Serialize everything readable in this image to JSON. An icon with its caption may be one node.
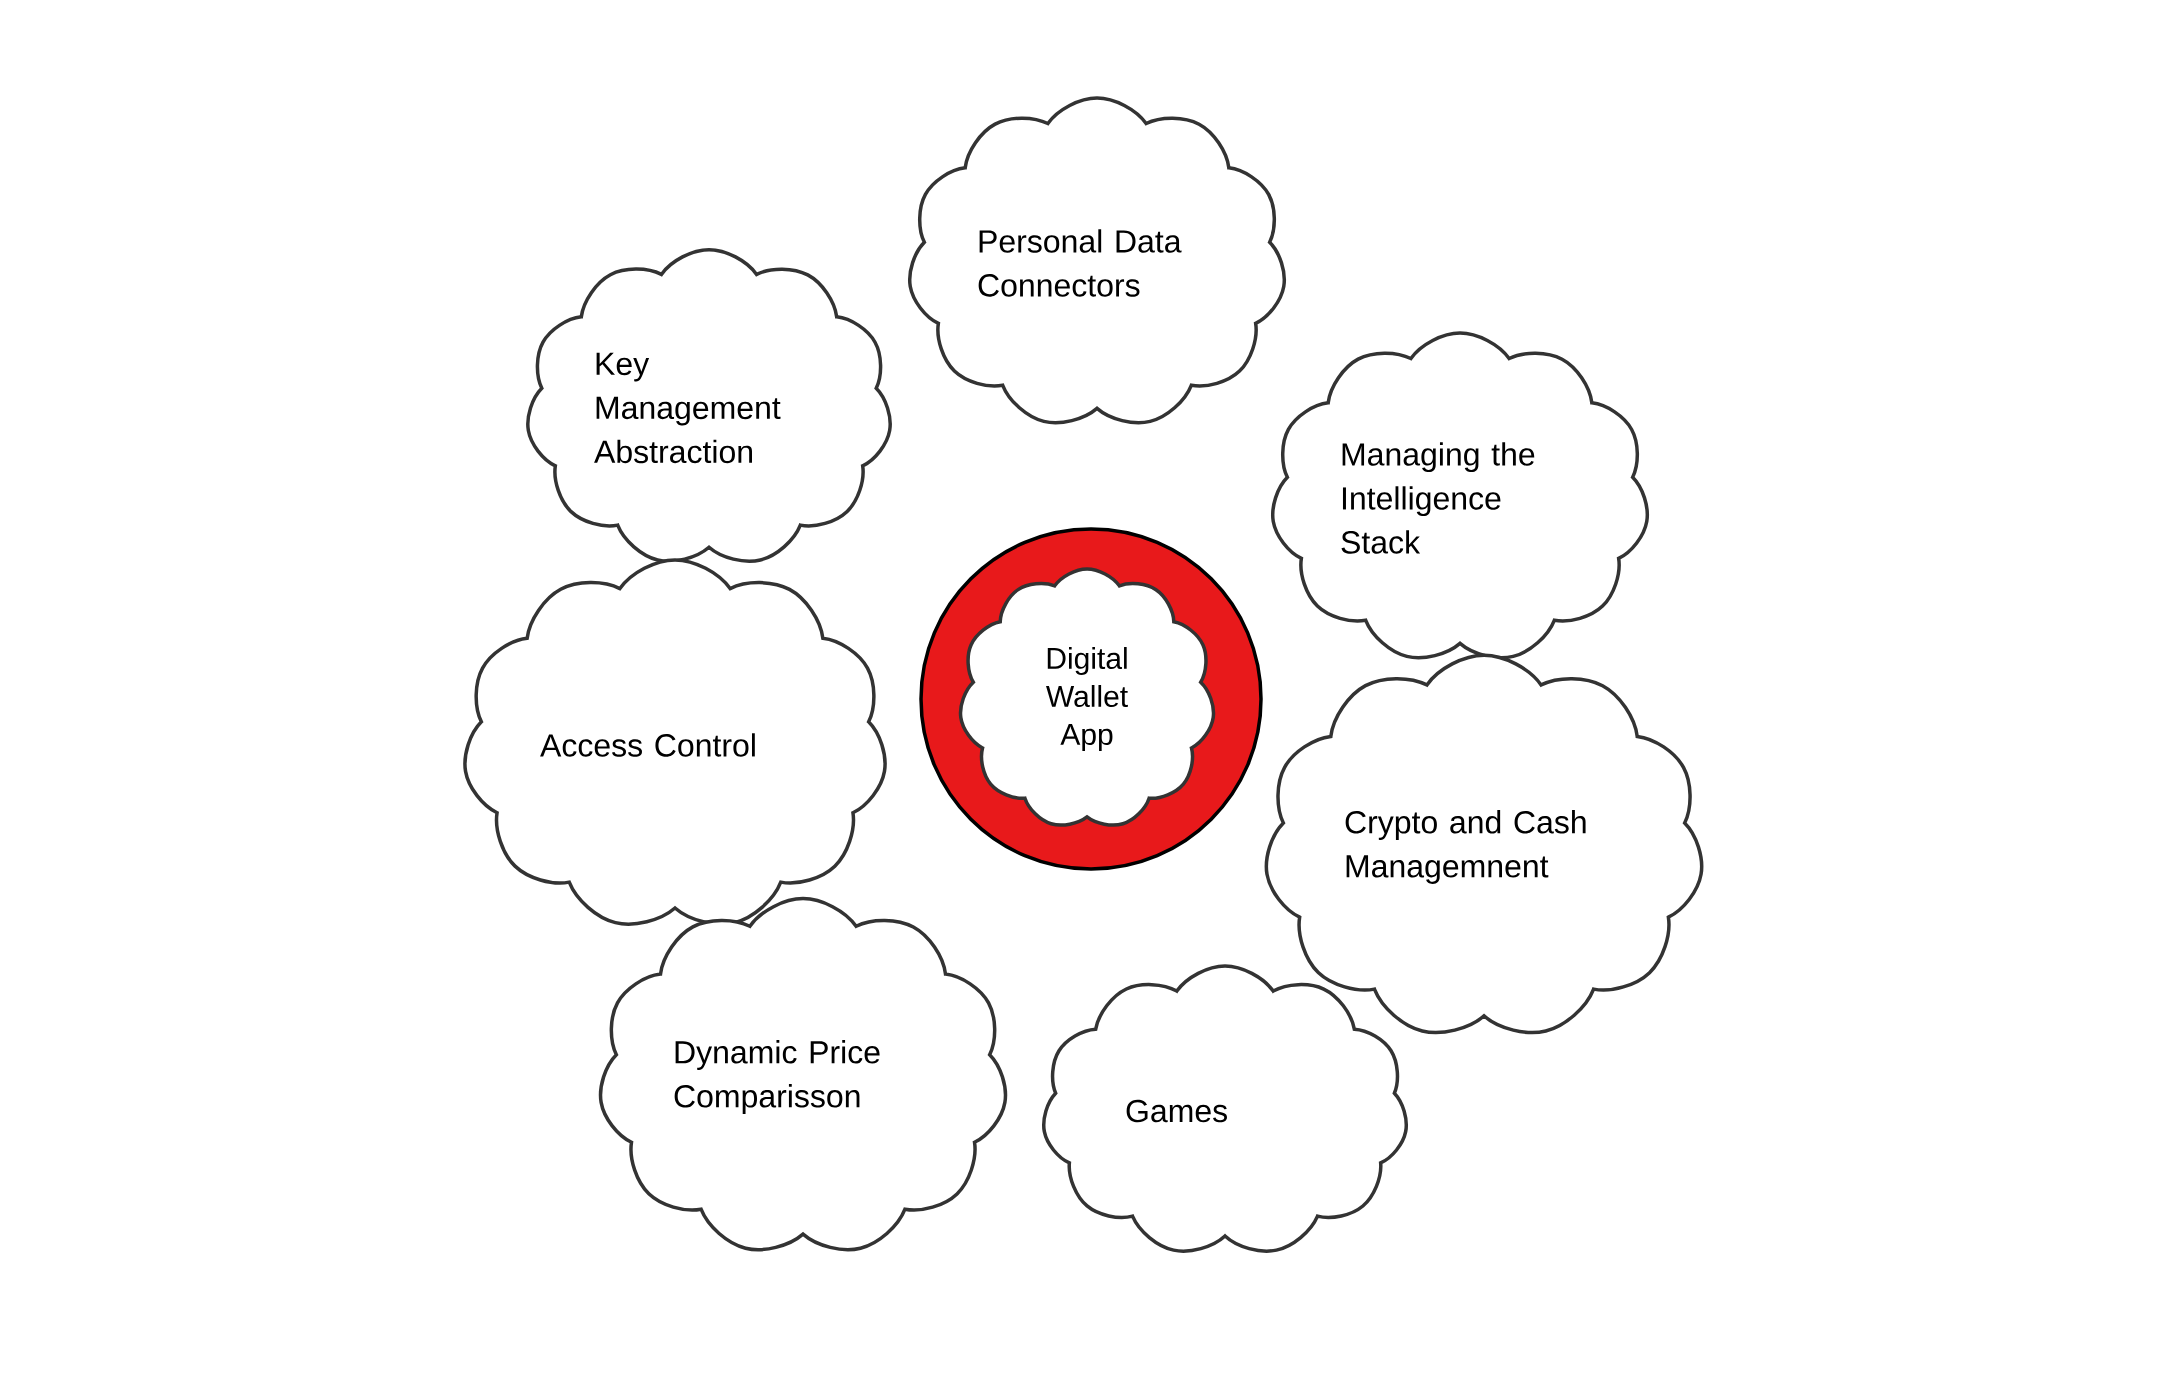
{
  "diagram": {
    "nodes": [
      {
        "text": [],
        "shape": "circle"
      },
      {
        "text": [
          "Digital Wallet App"
        ],
        "in": 0
      },
      {
        "text": [
          "Personal Data Connectors"
        ]
      },
      {
        "text": [
          "Key Management Abstraction"
        ]
      },
      {
        "text": [
          "Managing the Intelligence Stack"
        ]
      },
      {
        "text": [
          "Access Control"
        ]
      },
      {
        "text": [
          "Crypto and Cash Managemnent"
        ]
      },
      {
        "text": [
          "Dynamic Price Comparisson"
        ]
      },
      {
        "text": [
          "Games"
        ]
      }
    ]
  }
}
